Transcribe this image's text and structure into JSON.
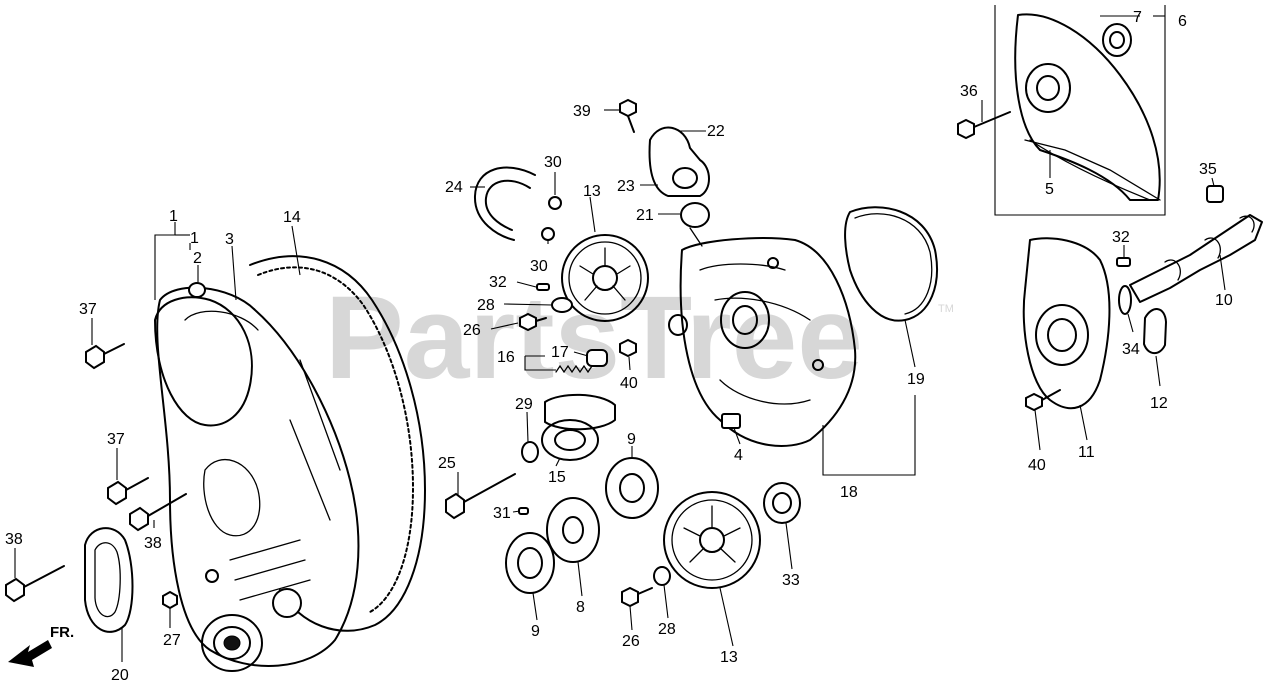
{
  "watermark": {
    "text": "PartsTree",
    "mark": "TM"
  },
  "direction": {
    "label": "FR."
  },
  "callouts": {
    "n1a": "1",
    "n1b": "1",
    "n2": "2",
    "n3": "3",
    "n14": "14",
    "n37a": "37",
    "n37b": "37",
    "n38a": "38",
    "n38b": "38",
    "n20": "20",
    "n27": "27",
    "n24": "24",
    "n30a": "30",
    "n30b": "30",
    "n13a": "13",
    "n39": "39",
    "n22": "22",
    "n23": "23",
    "n21": "21",
    "n32a": "32",
    "n28a": "28",
    "n26a": "26",
    "n16": "16",
    "n17": "17",
    "n40a": "40",
    "n29": "29",
    "n15": "15",
    "n9a": "9",
    "n25": "25",
    "n31": "31",
    "n8": "8",
    "n9b": "9",
    "n26b": "26",
    "n28b": "28",
    "n13b": "13",
    "n33": "33",
    "n4": "4",
    "n18": "18",
    "n19": "19",
    "n36": "36",
    "n7": "7",
    "n6": "6",
    "n5": "5",
    "n35": "35",
    "n32b": "32",
    "n10": "10",
    "n34": "34",
    "n12": "12",
    "n11": "11",
    "n40b": "40"
  }
}
